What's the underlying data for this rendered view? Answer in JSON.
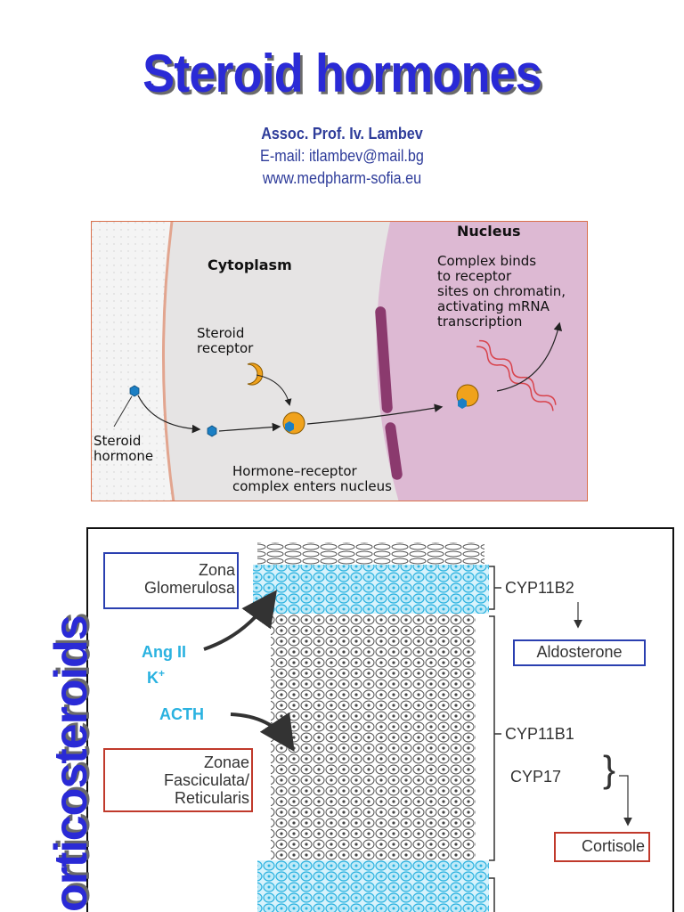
{
  "title": "Steroid hormones",
  "author": {
    "name": "Assoc. Prof. Iv. Lambev",
    "email": "E-mail: itlambev@mail.bg",
    "website": "www.medpharm-sofia.eu"
  },
  "diagram_top": {
    "nucleus_label": "Nucleus",
    "cytoplasm_label": "Cytoplasm",
    "nucleus_desc": [
      "Complex binds",
      "to receptor",
      "sites on chromatin,",
      "activating mRNA",
      "transcription"
    ],
    "receptor_label": [
      "Steroid",
      "receptor"
    ],
    "hormone_label": [
      "Steroid",
      "hormone"
    ],
    "complex_label": [
      "Hormone–receptor",
      "complex enters nucleus"
    ],
    "colors": {
      "cell_bg": "#efefef",
      "nucleus": "#ddb9d3",
      "receptor": "#f0a21c",
      "hormone": "#1b7fc4"
    }
  },
  "diagram_bottom": {
    "zona_glomerulosa": [
      "Zona",
      "Glomerulosa"
    ],
    "ang_ii": "Ang II",
    "k_plus": "K",
    "k_sup": "+",
    "acth": "ACTH",
    "zonae_fasciculata": [
      "Zonae",
      "Fasciculata/",
      "Reticularis"
    ],
    "cyp11b2": "CYP11B2",
    "aldosterone": "Aldosterone",
    "cyp11b1": "CYP11B1",
    "cyp17": "CYP17",
    "cortisole": "Cortisole",
    "colors": {
      "cyan": "#2ab2e0",
      "blue_box": "#2a3fb0",
      "red_box": "#c0392b"
    }
  },
  "side_label": "orticosteroids"
}
